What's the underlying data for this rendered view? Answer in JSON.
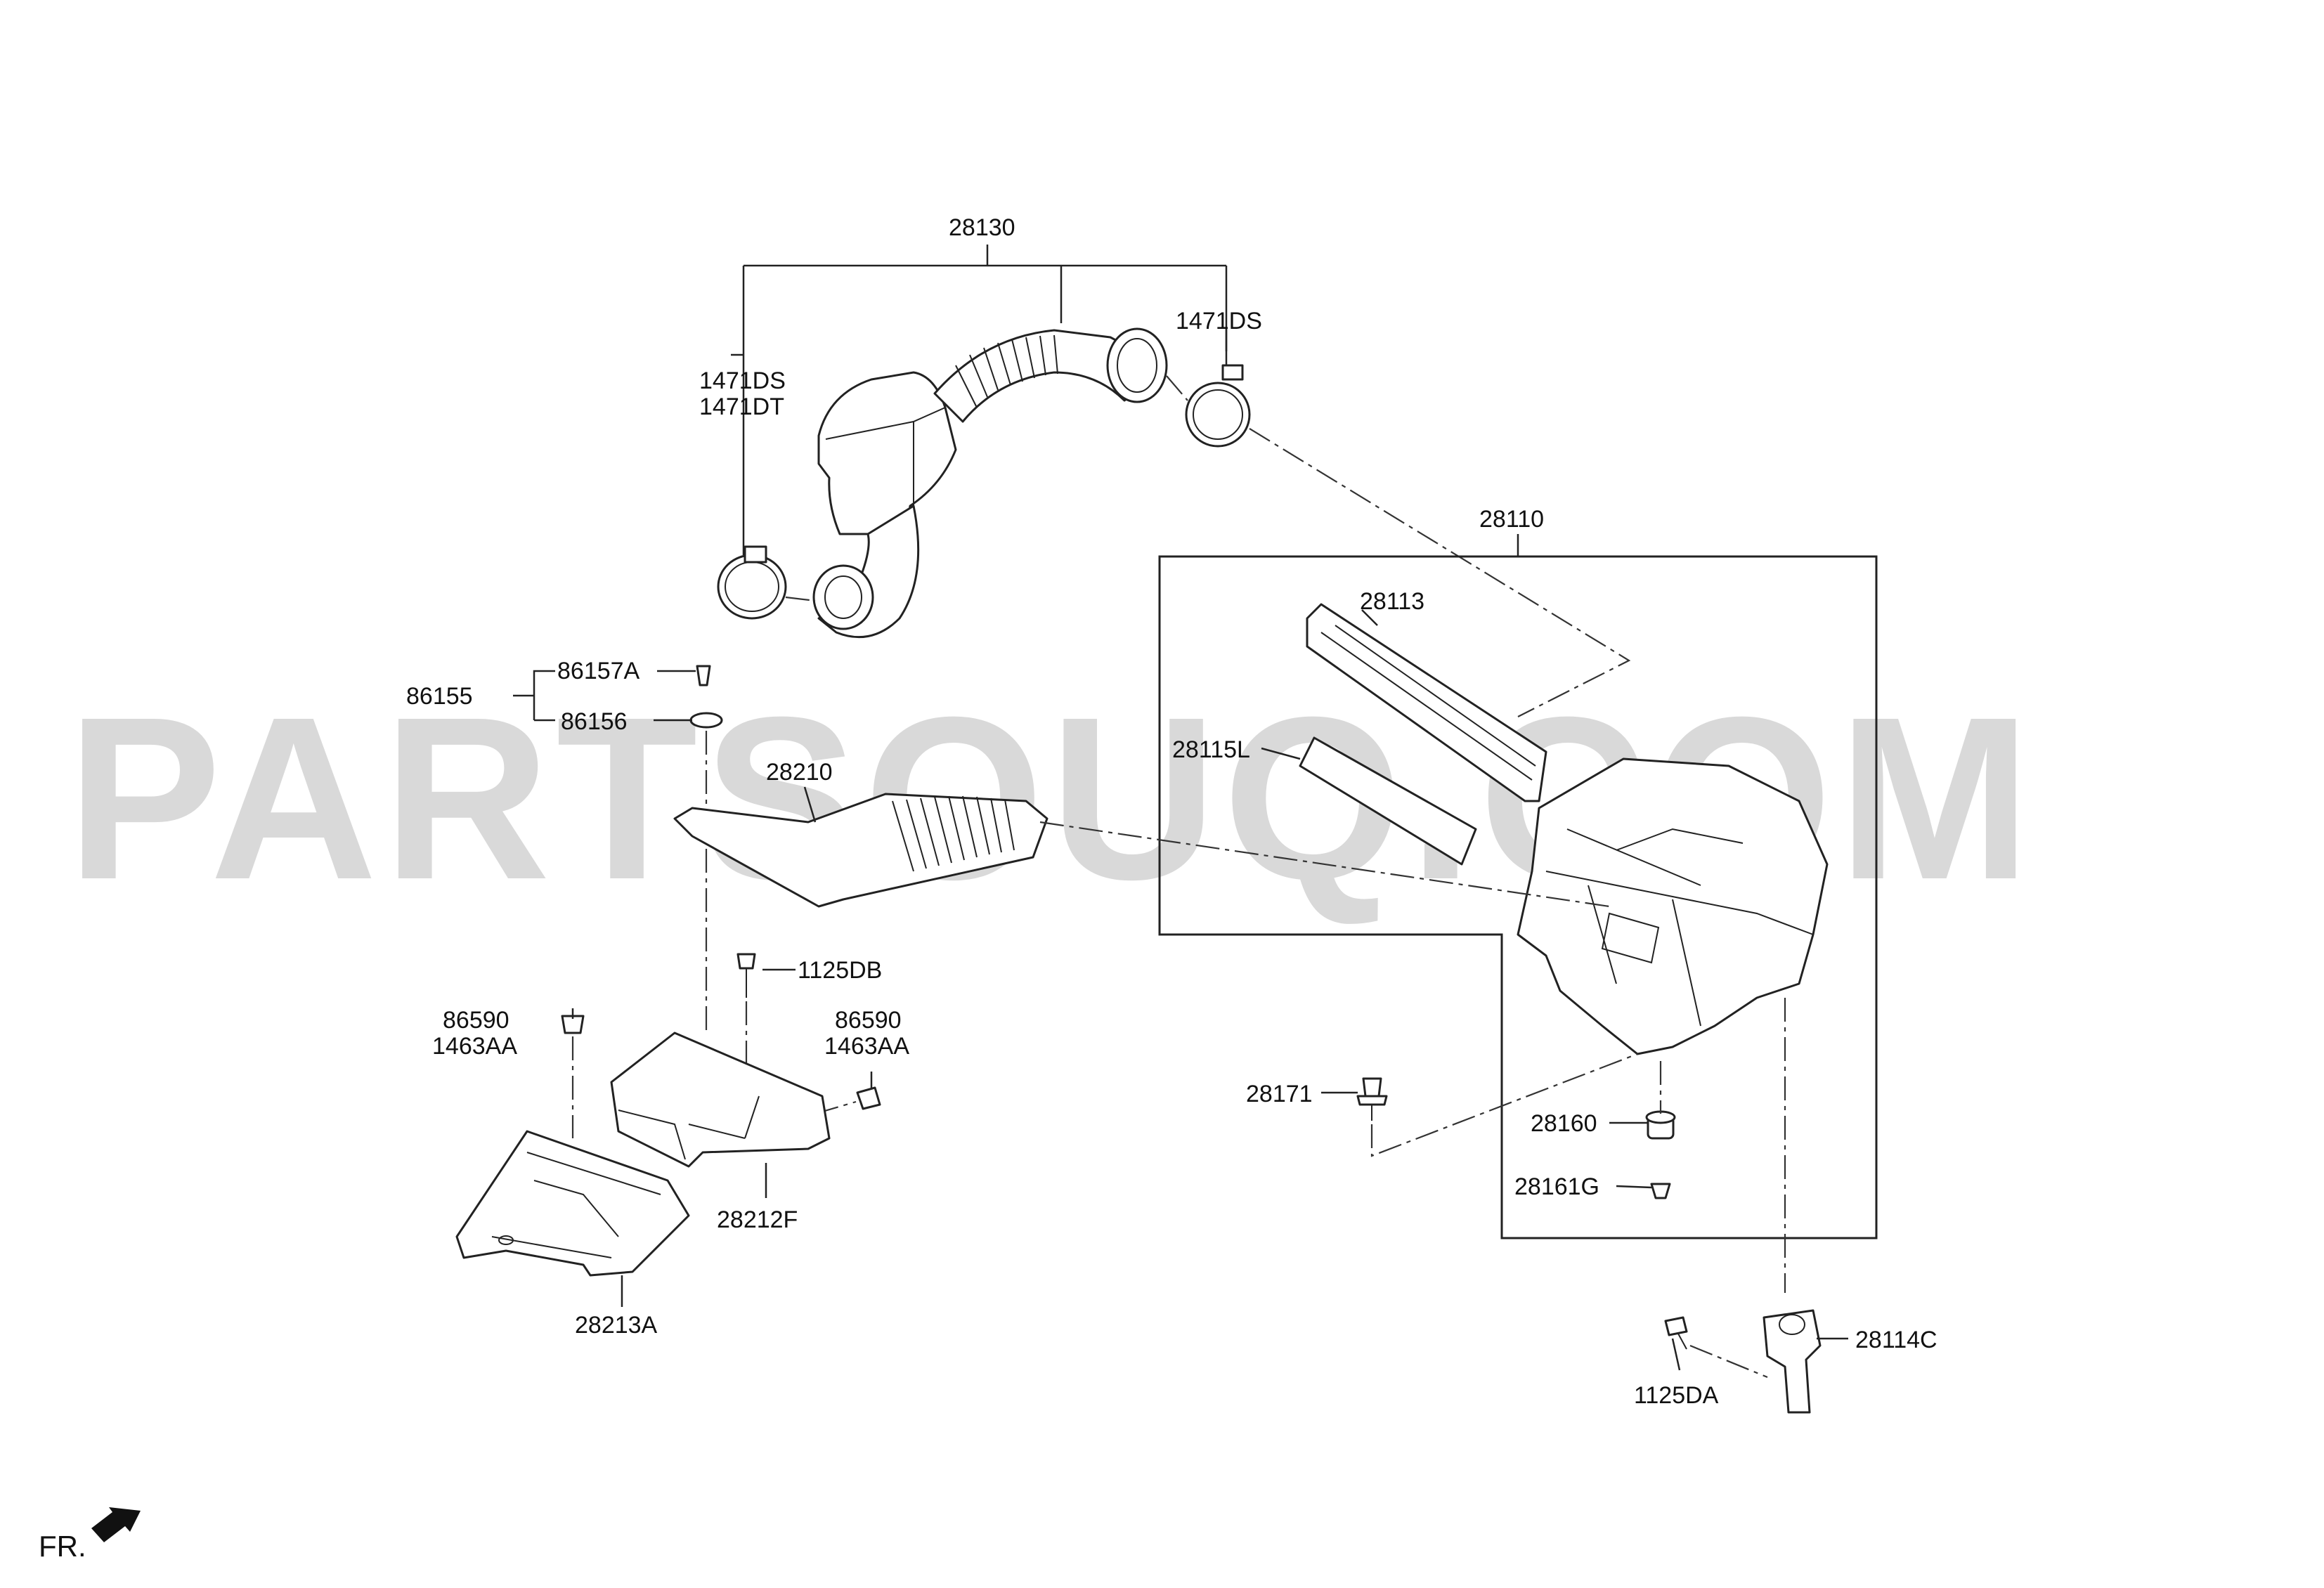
{
  "watermark": "PARTSOUQ.COM",
  "orientation_label": "FR.",
  "labels": {
    "p28130": "28130",
    "p1471DS_right": "1471DS",
    "p1471DS_left": "1471DS",
    "p1471DT_left": "1471DT",
    "p28110": "28110",
    "p28113": "28113",
    "p28115L": "28115L",
    "p86155": "86155",
    "p86157A": "86157A",
    "p86156": "86156",
    "p28210": "28210",
    "p1125DB": "1125DB",
    "p86590_left": "86590",
    "p1463AA_left": "1463AA",
    "p86590_right": "86590",
    "p1463AA_right": "1463AA",
    "p28212F": "28212F",
    "p28213A": "28213A",
    "p28171": "28171",
    "p28160": "28160",
    "p28161G": "28161G",
    "p28114C": "28114C",
    "p1125DA": "1125DA"
  },
  "icons": {
    "front_direction": "arrow-icon"
  }
}
